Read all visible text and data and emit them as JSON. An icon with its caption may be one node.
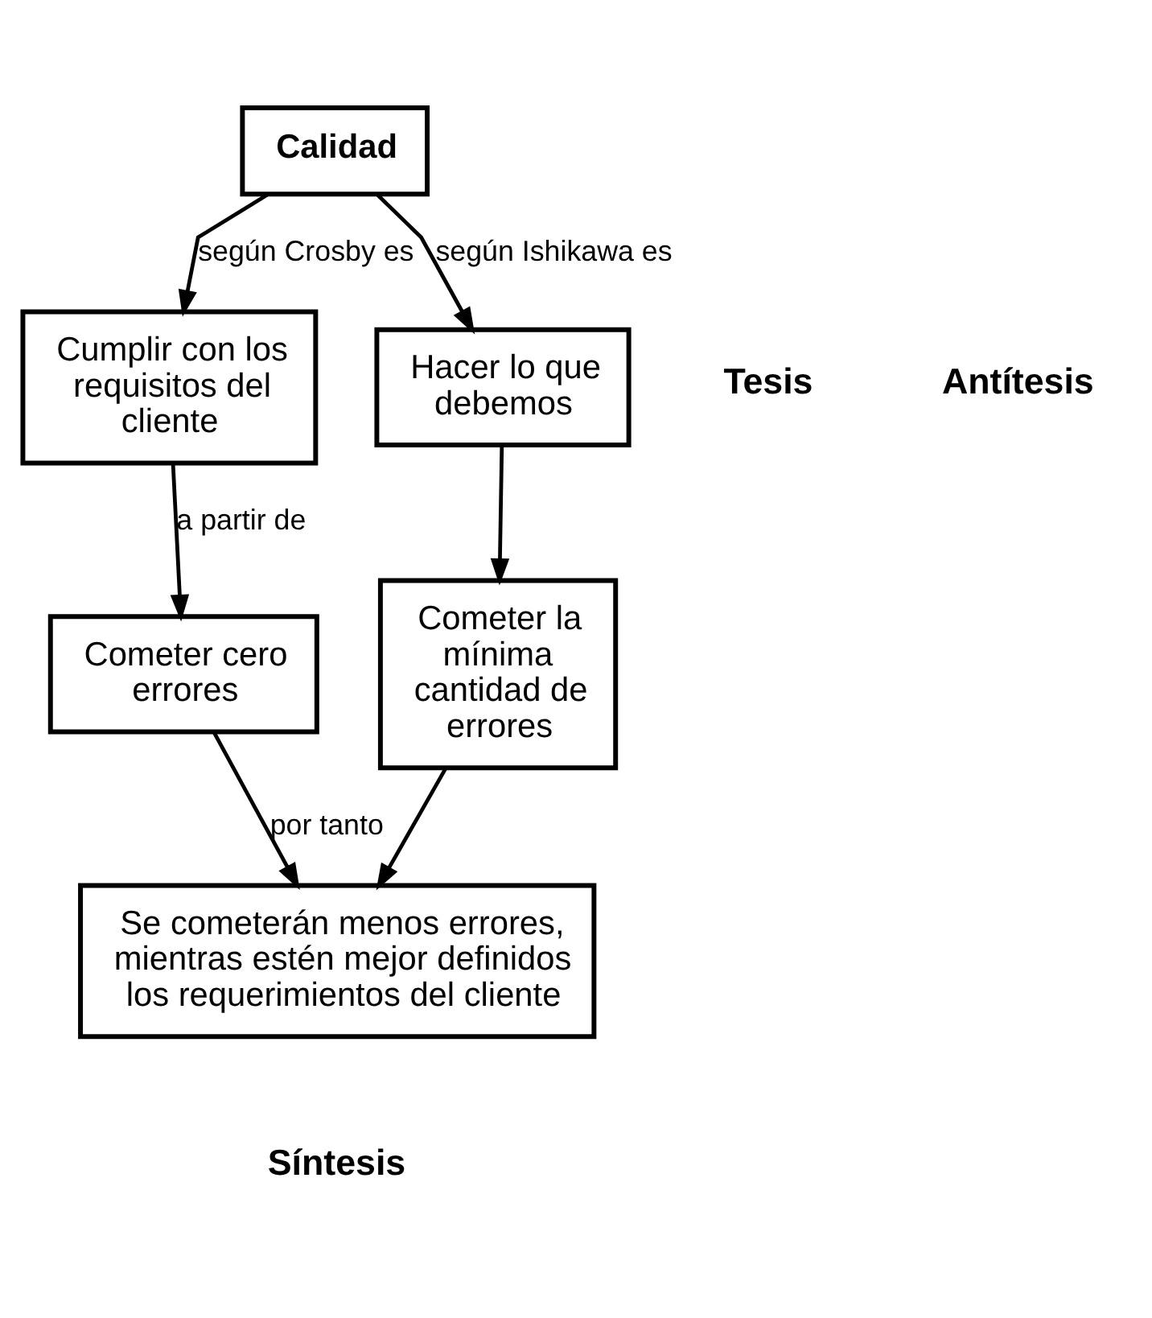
{
  "diagram": {
    "nodes": [
      {
        "text": [
          "Calidad"
        ]
      },
      {
        "text": [
          "Cumplir con los requisitos del cliente"
        ]
      },
      {
        "text": [
          "Hacer lo que debemos"
        ]
      },
      {
        "text": [
          "Cometer cero errores"
        ]
      },
      {
        "text": [
          "Cometer la mínima cantidad de errores"
        ]
      },
      {
        "text": [
          "Se cometerán menos errores, mientras estén mejor definidos los requerimientos del cliente"
        ]
      }
    ],
    "edges": [
      {
        "from": 0,
        "to": 1,
        "arrow": "to",
        "label": "según Crosby es"
      },
      {
        "from": 0,
        "to": 2,
        "arrow": "to",
        "label": "según Ishikawa es"
      },
      {
        "from": 1,
        "to": 3,
        "arrow": "to",
        "label": "a partir de"
      },
      {
        "from": 2,
        "to": 4,
        "arrow": "to"
      },
      {
        "from": 3,
        "to": 5,
        "arrow": "to",
        "label": "por tanto"
      },
      {
        "from": 4,
        "to": 5,
        "arrow": "to"
      }
    ],
    "labels": [
      "Tesis",
      "Antítesis",
      "Síntesis"
    ]
  }
}
